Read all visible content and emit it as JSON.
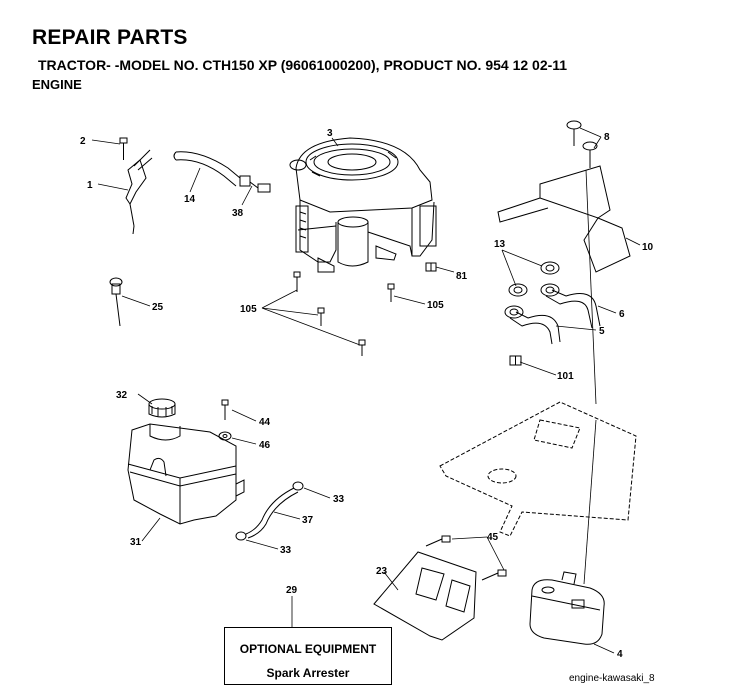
{
  "header": {
    "title": "REPAIR PARTS",
    "subtitle": "TRACTOR- -MODEL NO. CTH150 XP (96061000200), PRODUCT NO. 954 12 02-11",
    "section": "ENGINE"
  },
  "callouts": {
    "c1": "1",
    "c2": "2",
    "c3": "3",
    "c4": "4",
    "c5": "5",
    "c6": "6",
    "c8": "8",
    "c10": "10",
    "c13": "13",
    "c14": "14",
    "c23": "23",
    "c25": "25",
    "c29": "29",
    "c31": "31",
    "c32": "32",
    "c33a": "33",
    "c33b": "33",
    "c37": "37",
    "c38": "38",
    "c44": "44",
    "c45": "45",
    "c46": "46",
    "c81": "81",
    "c101": "101",
    "c105a": "105",
    "c105b": "105"
  },
  "optional": {
    "heading": "OPTIONAL EQUIPMENT",
    "item": "Spark Arrester"
  },
  "drawing_ref": "engine-kawasaki_8"
}
